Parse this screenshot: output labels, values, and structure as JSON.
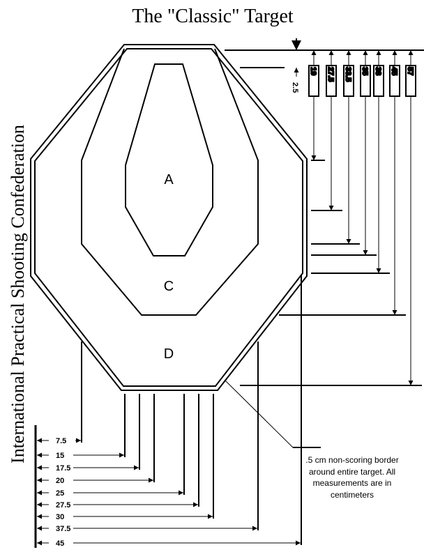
{
  "title": "The \"Classic\" Target",
  "side_label": "International Practical Shooting Confederation",
  "zones": [
    "A",
    "C",
    "D"
  ],
  "vertical_dims": [
    "2.5",
    "19",
    "27.5",
    "33.5",
    "35",
    "38",
    "45",
    "57"
  ],
  "horizontal_dims": [
    "7.5",
    "15",
    "17.5",
    "20",
    "25",
    "27.5",
    "30",
    "37.5",
    "45"
  ],
  "note_lines": [
    ".5 cm non-scoring border",
    "around entire target. All",
    "measurements are in",
    "centimeters"
  ],
  "colors": {
    "ink": "#000000",
    "background": "#ffffff"
  }
}
